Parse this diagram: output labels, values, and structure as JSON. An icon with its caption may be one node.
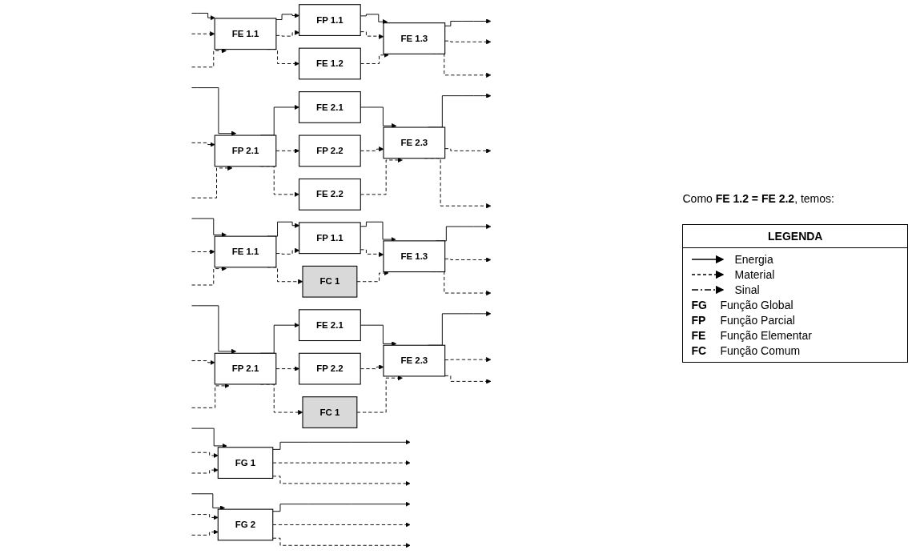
{
  "diagram": {
    "nodes": [
      {
        "text": [
          "FG 1"
        ]
      },
      {
        "text": [
          "FG 2"
        ]
      },
      {
        "text": [
          "FE 1.1"
        ]
      },
      {
        "text": [
          "FP 1.1"
        ]
      },
      {
        "text": [
          "FE 1.3"
        ]
      },
      {
        "text": [
          "FP 2.1"
        ]
      },
      {
        "text": [
          "FE 2.1"
        ]
      },
      {
        "text": [
          "FE 2.3"
        ]
      },
      {
        "text": [
          "FE 1.2"
        ]
      },
      {
        "text": [
          "FP 2.2"
        ]
      },
      {
        "text": [
          "FE 2.2"
        ]
      },
      {
        "text": [
          "FE 1.1"
        ]
      },
      {
        "text": [
          "FP 1.1"
        ]
      },
      {
        "text": [
          "FE 1.3"
        ]
      },
      {
        "text": [
          "FP 2.1"
        ]
      },
      {
        "text": [
          "FE 2.1"
        ]
      },
      {
        "text": [
          "FE 2.3"
        ]
      },
      {
        "text": [
          "FC 1"
        ]
      },
      {
        "text": [
          "FP 2.2"
        ]
      },
      {
        "text": [
          "FC 1"
        ]
      }
    ],
    "edges": [
      {
        "from": null,
        "to": 0,
        "arrow": "to"
      },
      {
        "from": null,
        "to": 0,
        "arrow": "to",
        "style": "dashed"
      },
      {
        "from": null,
        "to": 0,
        "arrow": "to",
        "style": "dashed"
      },
      {
        "from": 0,
        "to": null,
        "arrow": "to"
      },
      {
        "from": 0,
        "to": null,
        "arrow": "to",
        "style": "dashed"
      },
      {
        "from": 0,
        "to": null,
        "arrow": "to",
        "style": "dashed"
      },
      {
        "from": null,
        "to": 1,
        "arrow": "to"
      },
      {
        "from": null,
        "to": 1,
        "arrow": "to",
        "style": "dashed"
      },
      {
        "from": null,
        "to": 1,
        "arrow": "to",
        "style": "dashed"
      },
      {
        "from": 1,
        "to": null,
        "arrow": "to"
      },
      {
        "from": 1,
        "to": null,
        "arrow": "to",
        "style": "dashed"
      },
      {
        "from": 1,
        "to": null,
        "arrow": "to",
        "style": "dashed"
      },
      {
        "from": null,
        "to": 2,
        "arrow": "to"
      },
      {
        "from": null,
        "to": 2,
        "arrow": "to",
        "style": "dashed"
      },
      {
        "from": null,
        "to": 2,
        "arrow": "to",
        "style": "dashed"
      },
      {
        "from": 2,
        "to": 3,
        "arrow": "to"
      },
      {
        "from": 2,
        "to": 3,
        "arrow": "to",
        "style": "dashed"
      },
      {
        "from": 2,
        "to": 8,
        "arrow": "to",
        "style": "dashed"
      },
      {
        "from": 3,
        "to": 4,
        "arrow": "to"
      },
      {
        "from": 3,
        "to": 4,
        "arrow": "to",
        "style": "dashed"
      },
      {
        "from": 8,
        "to": 4,
        "arrow": "to",
        "style": "dashed"
      },
      {
        "from": 4,
        "to": null,
        "arrow": "to"
      },
      {
        "from": 4,
        "to": null,
        "arrow": "to",
        "style": "dashed"
      },
      {
        "from": 4,
        "to": null,
        "arrow": "to",
        "style": "dashed"
      },
      {
        "from": null,
        "to": 5,
        "arrow": "to"
      },
      {
        "from": null,
        "to": 5,
        "arrow": "to",
        "style": "dashed"
      },
      {
        "from": null,
        "to": 5,
        "arrow": "to",
        "style": "dashed"
      },
      {
        "from": 5,
        "to": 6,
        "arrow": "to"
      },
      {
        "from": 5,
        "to": 9,
        "arrow": "to",
        "style": "dashed"
      },
      {
        "from": 5,
        "to": 10,
        "arrow": "to",
        "style": "dashed"
      },
      {
        "from": 6,
        "to": 7,
        "arrow": "to"
      },
      {
        "from": 9,
        "to": 7,
        "arrow": "to",
        "style": "dashed"
      },
      {
        "from": 10,
        "to": 7,
        "arrow": "to",
        "style": "dashed"
      },
      {
        "from": 7,
        "to": null,
        "arrow": "to"
      },
      {
        "from": 7,
        "to": null,
        "arrow": "to",
        "style": "dashed"
      },
      {
        "from": 7,
        "to": null,
        "arrow": "to",
        "style": "dashed"
      },
      {
        "from": null,
        "to": 11,
        "arrow": "to"
      },
      {
        "from": null,
        "to": 11,
        "arrow": "to",
        "style": "dashed"
      },
      {
        "from": null,
        "to": 11,
        "arrow": "to",
        "style": "dashed"
      },
      {
        "from": 11,
        "to": 12,
        "arrow": "to"
      },
      {
        "from": 11,
        "to": 12,
        "arrow": "to",
        "style": "dashed"
      },
      {
        "from": 11,
        "to": 17,
        "arrow": "to",
        "style": "dashed"
      },
      {
        "from": 12,
        "to": 13,
        "arrow": "to"
      },
      {
        "from": 12,
        "to": 13,
        "arrow": "to",
        "style": "dashed"
      },
      {
        "from": 17,
        "to": 13,
        "arrow": "to",
        "style": "dashed"
      },
      {
        "from": 13,
        "to": null,
        "arrow": "to"
      },
      {
        "from": 13,
        "to": null,
        "arrow": "to",
        "style": "dashed"
      },
      {
        "from": 13,
        "to": null,
        "arrow": "to",
        "style": "dashed"
      },
      {
        "from": null,
        "to": 14,
        "arrow": "to"
      },
      {
        "from": null,
        "to": 14,
        "arrow": "to",
        "style": "dashed"
      },
      {
        "from": null,
        "to": 14,
        "arrow": "to",
        "style": "dashed"
      },
      {
        "from": 14,
        "to": 15,
        "arrow": "to"
      },
      {
        "from": 14,
        "to": 18,
        "arrow": "to",
        "style": "dashed"
      },
      {
        "from": 14,
        "to": 19,
        "arrow": "to",
        "style": "dashed"
      },
      {
        "from": 15,
        "to": 16,
        "arrow": "to"
      },
      {
        "from": 18,
        "to": 16,
        "arrow": "to",
        "style": "dashed"
      },
      {
        "from": 19,
        "to": 16,
        "arrow": "to",
        "style": "dashed"
      },
      {
        "from": 16,
        "to": null,
        "arrow": "to"
      },
      {
        "from": 16,
        "to": null,
        "arrow": "to",
        "style": "dashed"
      },
      {
        "from": 16,
        "to": null,
        "arrow": "to",
        "style": "dashed"
      }
    ],
    "labels": [
      "Como **FE 1.2 = FE 2.2**, temos:",
      "LEGENDA",
      "FG",
      "Função Global",
      "FP",
      "Função Parcial",
      "FE",
      "Função Elementar",
      "FC",
      "Função Comum"
    ],
    "legend": [
      {
        "text": "Energia"
      },
      {
        "text": "Material"
      },
      {
        "text": "Sinal"
      }
    ]
  }
}
